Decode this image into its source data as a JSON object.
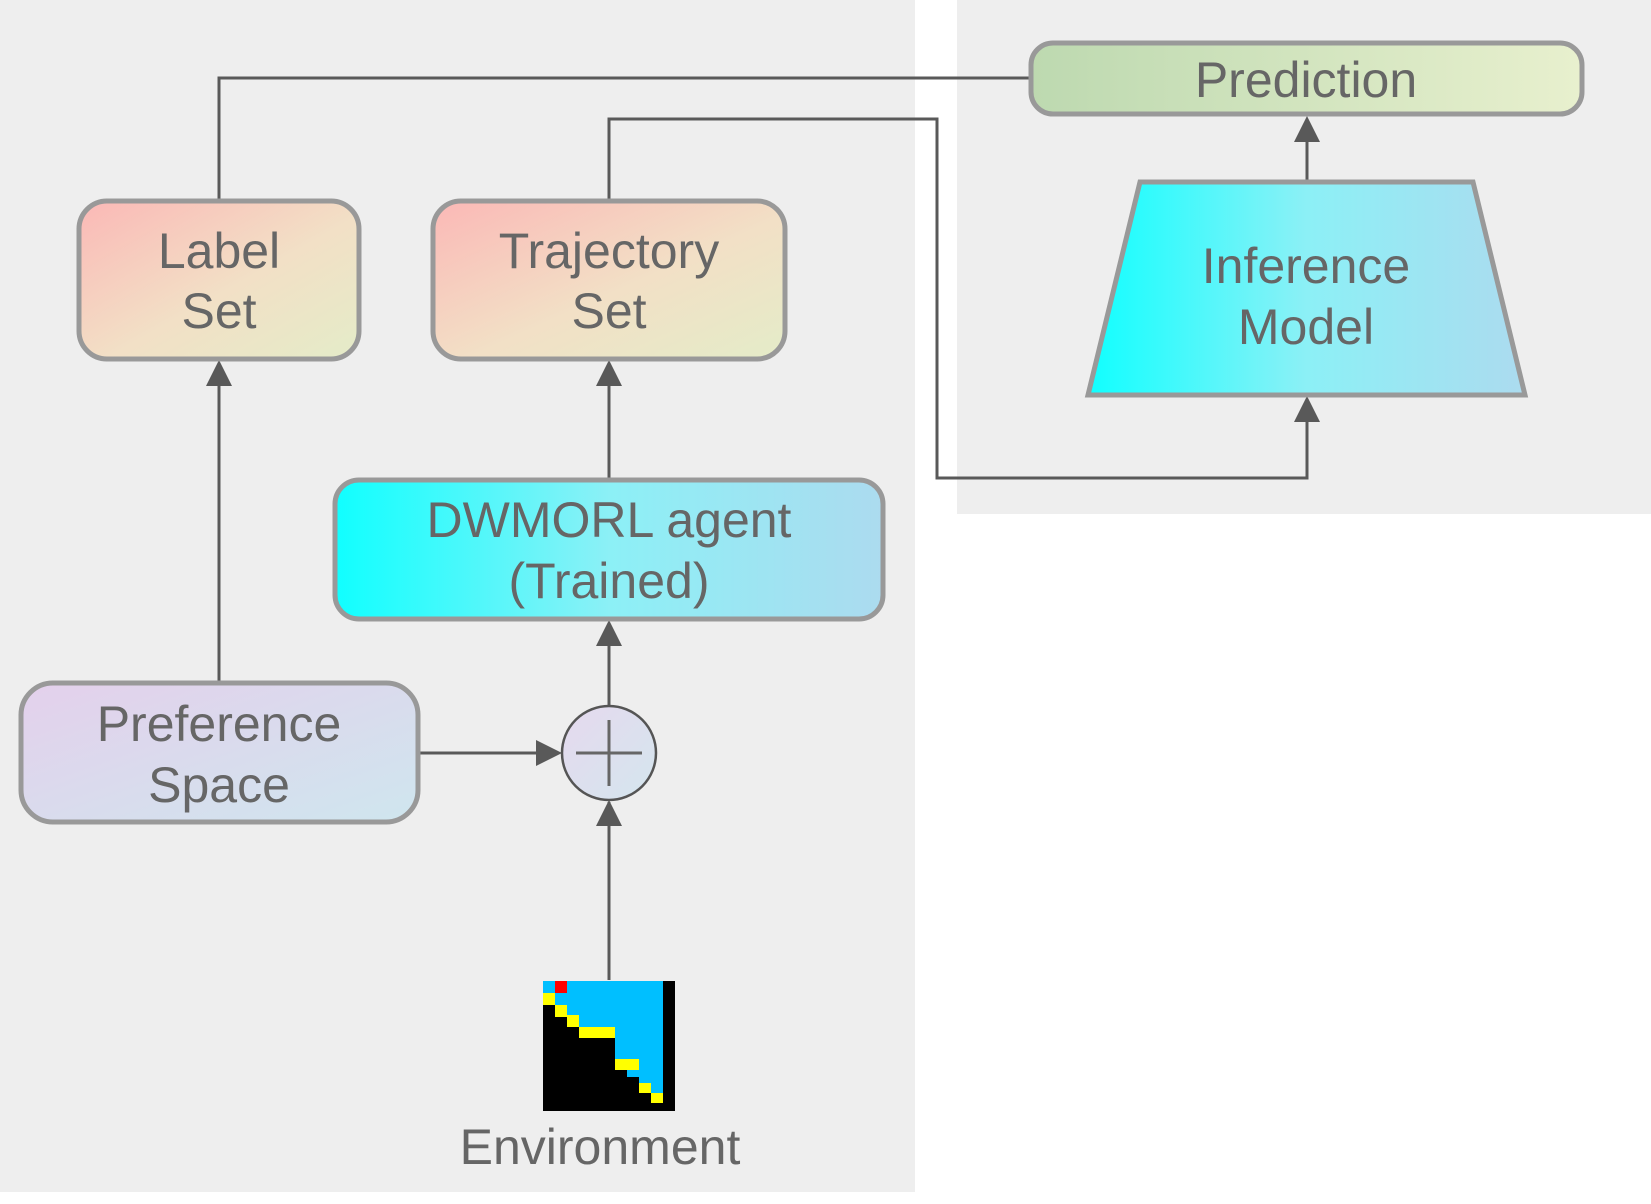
{
  "diagram": {
    "nodes": {
      "prediction": {
        "label": "Prediction"
      },
      "inference_model": {
        "line1": "Inference",
        "line2": "Model"
      },
      "label_set": {
        "line1": "Label",
        "line2": "Set"
      },
      "trajectory_set": {
        "line1": "Trajectory",
        "line2": "Set"
      },
      "agent": {
        "line1": "DWMORL agent",
        "line2": "(Trained)"
      },
      "preference_space": {
        "line1": "Preference",
        "line2": "Space"
      },
      "sum": {
        "symbol": "plus"
      },
      "environment": {
        "label": "Environment"
      }
    },
    "edges": [
      {
        "from": "environment",
        "to": "sum"
      },
      {
        "from": "preference_space",
        "to": "sum"
      },
      {
        "from": "sum",
        "to": "agent"
      },
      {
        "from": "agent",
        "to": "trajectory_set"
      },
      {
        "from": "preference_space",
        "to": "label_set"
      },
      {
        "from": "trajectory_set",
        "to": "inference_model"
      },
      {
        "from": "inference_model",
        "to": "prediction"
      },
      {
        "from": "prediction",
        "to": "label_set"
      }
    ]
  },
  "colors": {
    "panel_bg": "#eeeeee",
    "edge": "#595959",
    "node_border": "#999999",
    "text": "#666666",
    "env_water": "#00bfff",
    "env_path": "#ffff00",
    "env_agent": "#ff0000",
    "env_wall": "#000000"
  }
}
